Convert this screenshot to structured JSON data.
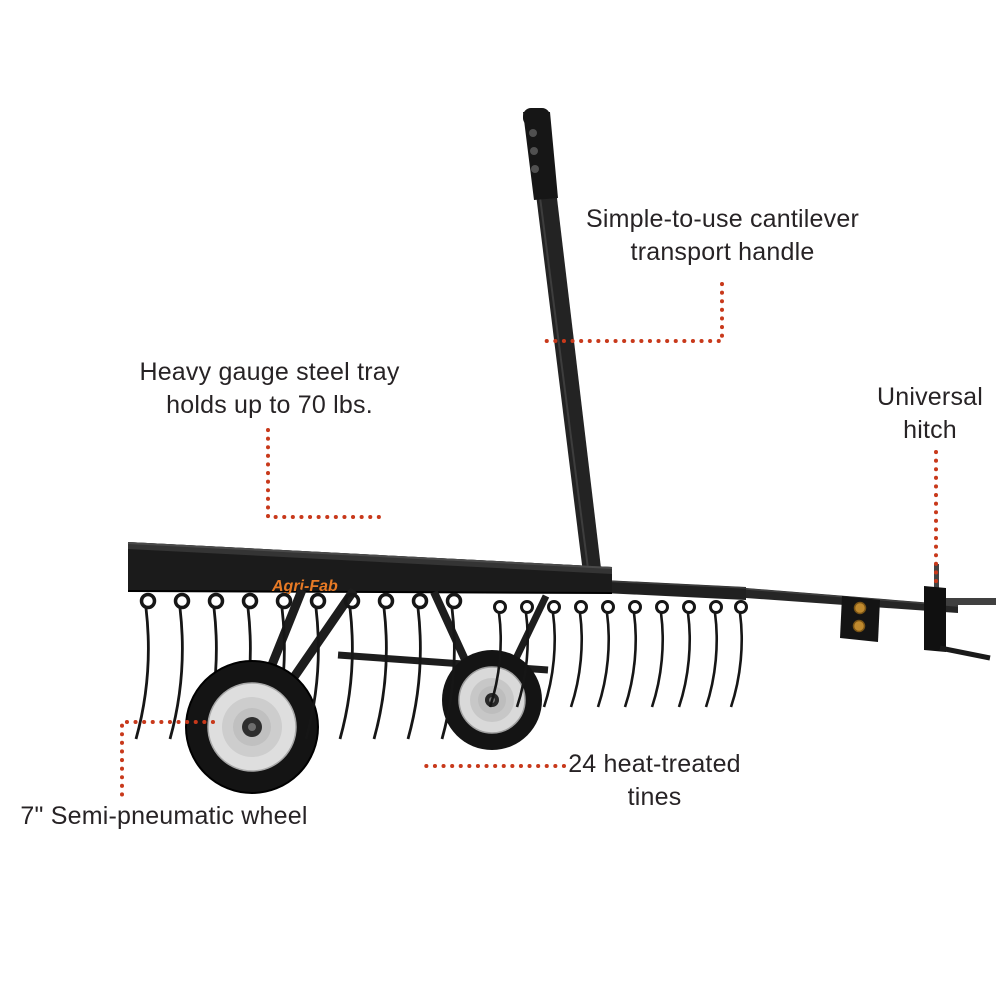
{
  "product": {
    "brand": "Agri-Fab"
  },
  "annotations": {
    "handle": {
      "line1": "Simple-to-use cantilever",
      "line2": "transport handle"
    },
    "tray": {
      "line1": "Heavy gauge steel tray",
      "line2": "holds up to 70 lbs."
    },
    "hitch": {
      "line1": "Universal",
      "line2": "hitch"
    },
    "tines": {
      "line1": "24 heat-treated",
      "line2": "tines"
    },
    "wheel": {
      "line1": "7\" Semi-pneumatic wheel"
    }
  },
  "colors": {
    "leader_line": "#c8391b",
    "label_text": "#272325",
    "brand_text": "#e87a25"
  }
}
